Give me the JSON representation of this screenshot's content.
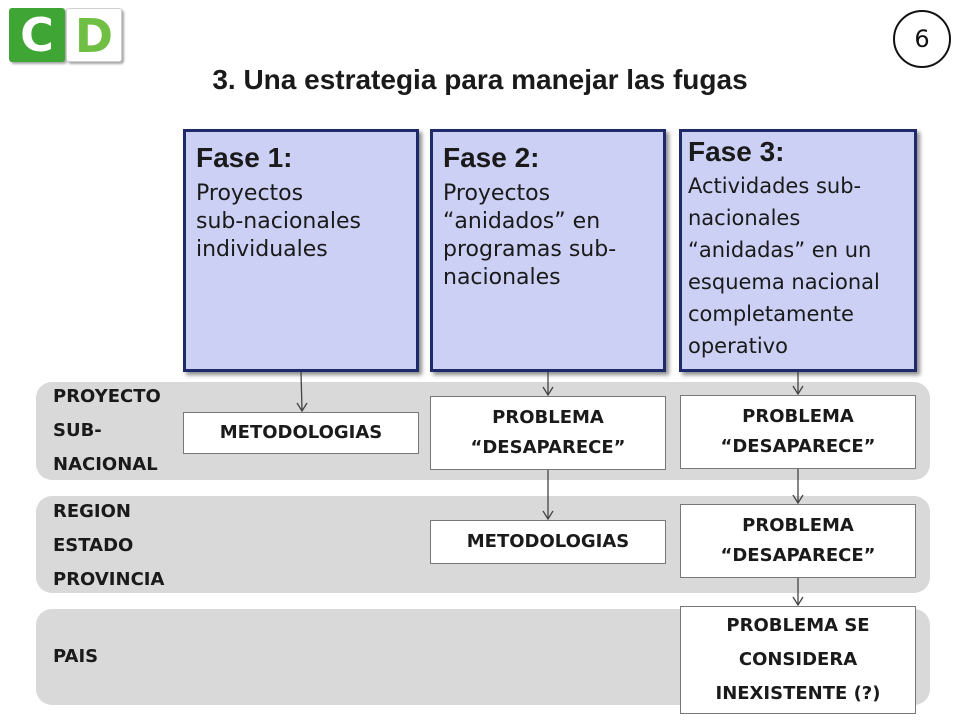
{
  "logo": {
    "letter_c": "C",
    "letter_d": "D"
  },
  "page_number": "6",
  "title": "3. Una estrategia para manejar las fugas",
  "phases": [
    {
      "title": "Fase 1:",
      "lines": [
        "Proyectos",
        "sub-nacionales",
        "individuales"
      ]
    },
    {
      "title": "Fase 2:",
      "lines": [
        "Proyectos",
        "“anidados” en",
        "programas sub-",
        "nacionales"
      ]
    },
    {
      "title": "Fase 3:",
      "lines": [
        "Actividades sub-",
        "nacionales",
        "“anidadas” en un",
        "esquema nacional",
        "completamente",
        "operativo"
      ]
    }
  ],
  "bands": [
    {
      "lines": [
        "PROYECTO",
        "SUB-",
        "NACIONAL"
      ]
    },
    {
      "lines": [
        "REGION",
        "ESTADO",
        "PROVINCIA"
      ]
    },
    {
      "lines": [
        "PAIS"
      ]
    }
  ],
  "results": {
    "p1_proyecto": [
      "METODOLOGIAS"
    ],
    "p2_proyecto": [
      "PROBLEMA",
      "“DESAPARECE”"
    ],
    "p2_region": [
      "METODOLOGIAS"
    ],
    "p3_proyecto": [
      "PROBLEMA",
      "“DESAPARECE”"
    ],
    "p3_region": [
      "PROBLEMA",
      "“DESAPARECE”"
    ],
    "p3_pais": [
      "PROBLEMA SE",
      "CONSIDERA",
      "INEXISTENTE (?)"
    ]
  },
  "colors": {
    "logo_c": "#3fa535",
    "logo_d": "#6fbf44",
    "phase_fill": "#ccd0f4",
    "phase_border": "#1f2a6b",
    "band_fill": "#d9d9d9"
  }
}
